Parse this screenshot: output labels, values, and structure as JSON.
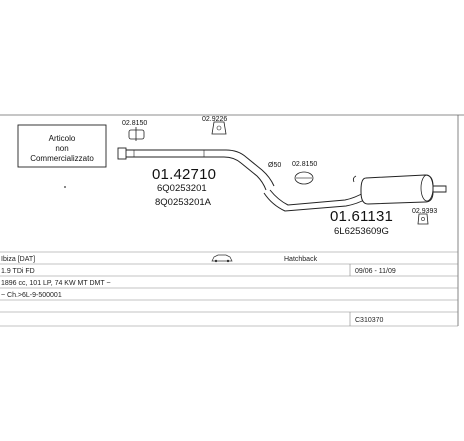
{
  "notice": {
    "line1": "Articolo",
    "line2": "non",
    "line3": "Commercializzato"
  },
  "parts": {
    "front_pipe": {
      "number": "01.42710",
      "ref1": "6Q0253201",
      "ref2": "8Q0253201A"
    },
    "rear_muffler": {
      "number": "01.61131",
      "ref1": "6L6253609G"
    },
    "clamp_left": "02.8150",
    "clamp_mid_upper": "02.9226",
    "clamp_right": "02.8150",
    "hanger_rear": "02.9393",
    "diameter": "Ø50"
  },
  "table": {
    "model": "Ibiza [DAT]",
    "body": "Hatchback",
    "engine": "1.9 TDi FD",
    "dates": "09/06 - 11/09",
    "spec": "1896 cc, 101 LP, 74 KW MT DMT ~",
    "chassis": "~ Ch.>6L-9-500001",
    "code": "C310370"
  }
}
